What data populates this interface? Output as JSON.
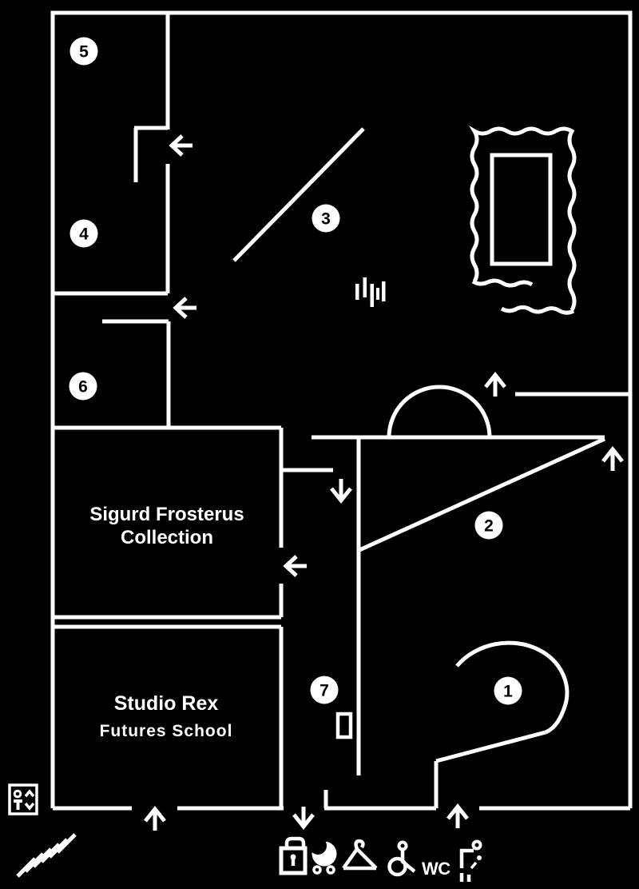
{
  "colors": {
    "background": "#000000",
    "line": "#ffffff",
    "marker_fill": "#ffffff",
    "marker_text": "#000000"
  },
  "markers": [
    {
      "label": "1"
    },
    {
      "label": "2"
    },
    {
      "label": "3"
    },
    {
      "label": "4"
    },
    {
      "label": "5"
    },
    {
      "label": "6"
    },
    {
      "label": "7"
    }
  ],
  "rooms": {
    "sigurd": {
      "line1": "Sigurd Frosterus",
      "line2": "Collection"
    },
    "studio": {
      "line1": "Studio Rex",
      "line2": "Futures School"
    }
  },
  "facilities": {
    "wc_label": "WC",
    "icons": [
      {
        "name": "lock-icon"
      },
      {
        "name": "stroller-icon"
      },
      {
        "name": "coat-hanger-icon"
      },
      {
        "name": "wheelchair-icon"
      },
      {
        "name": "wc-label"
      },
      {
        "name": "baby-changing-icon"
      }
    ]
  },
  "other_icons": [
    {
      "name": "elevator-icon"
    },
    {
      "name": "stairs-icon"
    },
    {
      "name": "artwork-stamp-icon"
    },
    {
      "name": "sound-waves-icon"
    },
    {
      "name": "door-icon"
    }
  ]
}
